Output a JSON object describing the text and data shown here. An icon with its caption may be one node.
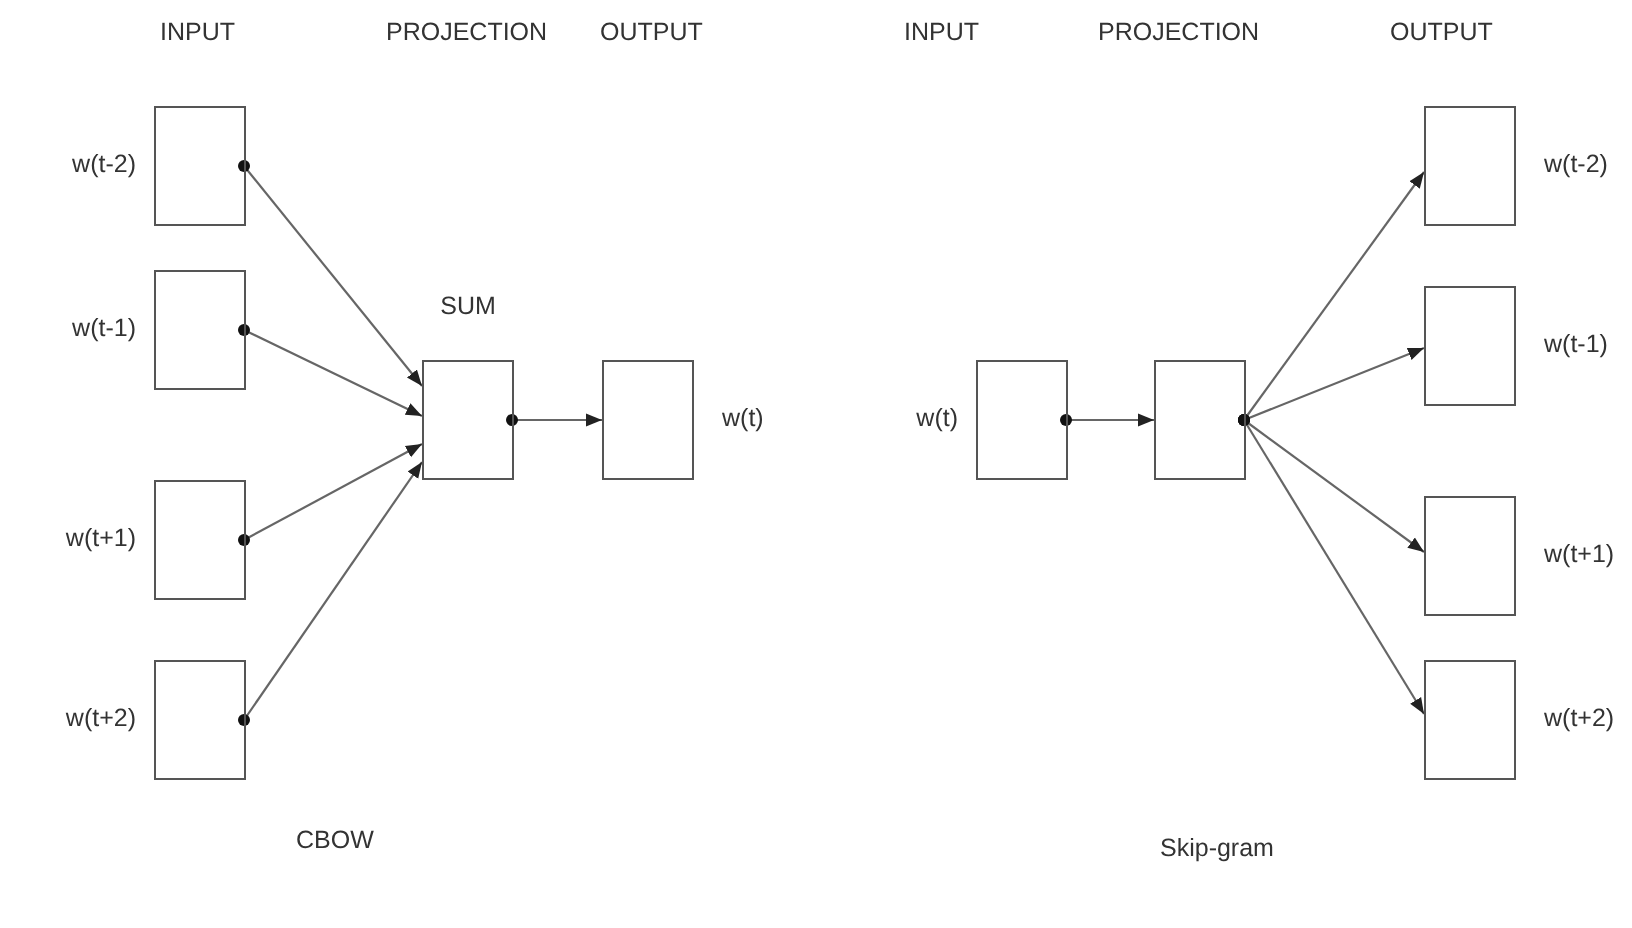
{
  "diagram": {
    "nodes": [
      {
        "text": [],
        "shape": "box",
        "beside": [
          "w(t-2)"
        ]
      },
      {
        "text": [],
        "shape": "box",
        "beside": [
          "w(t-1)"
        ]
      },
      {
        "text": [],
        "shape": "box",
        "beside": [
          "w(t+1)"
        ]
      },
      {
        "text": [],
        "shape": "box",
        "beside": [
          "w(t+2)"
        ]
      },
      {
        "text": [
          "SUM"
        ]
      },
      {
        "text": [],
        "shape": "box",
        "beside": [
          "w(t)"
        ]
      },
      {
        "text": [],
        "shape": "box",
        "beside": [
          "w(t)"
        ]
      },
      {
        "text": [],
        "shape": "box"
      },
      {
        "text": [],
        "shape": "box",
        "beside": [
          "w(t-2)"
        ]
      },
      {
        "text": [],
        "shape": "box",
        "beside": [
          "w(t-1)"
        ]
      },
      {
        "text": [],
        "shape": "box",
        "beside": [
          "w(t+1)"
        ]
      },
      {
        "text": [],
        "shape": "box",
        "beside": [
          "w(t+2)"
        ]
      }
    ],
    "edges": [
      {
        "from": 0,
        "to": 4,
        "arrow": "to"
      },
      {
        "from": 1,
        "to": 4,
        "arrow": "to"
      },
      {
        "from": 2,
        "to": 4,
        "arrow": "to"
      },
      {
        "from": 3,
        "to": 4,
        "arrow": "to"
      },
      {
        "from": 4,
        "to": 5,
        "arrow": "to"
      },
      {
        "from": 6,
        "to": 7,
        "arrow": "to"
      },
      {
        "from": 7,
        "to": 8,
        "arrow": "to"
      },
      {
        "from": 7,
        "to": 9,
        "arrow": "to"
      },
      {
        "from": 7,
        "to": 10,
        "arrow": "to"
      },
      {
        "from": 7,
        "to": 11,
        "arrow": "to"
      }
    ],
    "labels": [
      "INPUT",
      "PROJECTION",
      "OUTPUT",
      "INPUT",
      "PROJECTION",
      "OUTPUT",
      "CBOW",
      "Skip-gram"
    ]
  }
}
